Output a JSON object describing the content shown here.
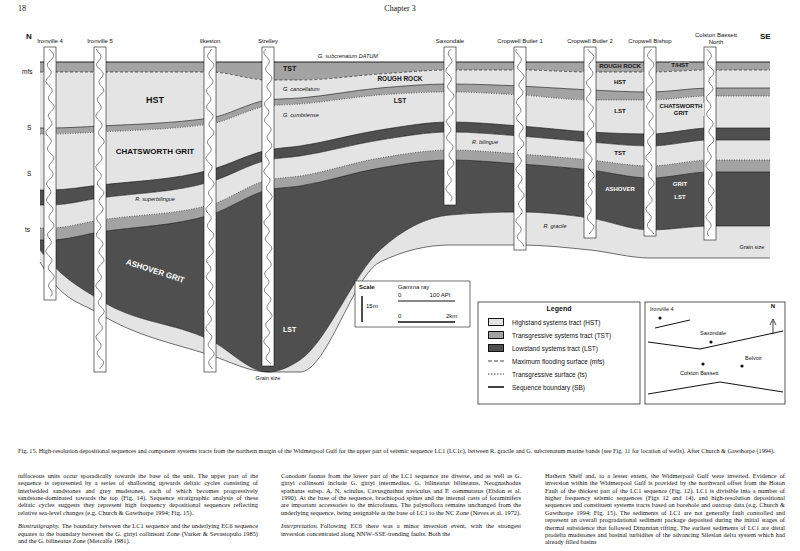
{
  "diagram": {
    "caption": "Fig. 15. High-resolution depositional sequences and component systems tracts from the northern margin of the Widmerpool Gulf for the upper part of seismic sequence LC1 (LC1c), between R. gracile and G. subcrenatum marine bands (see Fig. 11 for location of wells). After Church & Gawthorpe (1994).",
    "labels": [
      "18",
      "Chapter 3",
      "N",
      "SE",
      "Ironville 4",
      "Ironville 5",
      "Ilkeston",
      "Strelley",
      "Saxondale",
      "Cropwell Butler 1",
      "Cropwell Butler 2",
      "Cropwell Bishop",
      "Colston Bassett North",
      "mfs",
      "S",
      "S",
      "ts",
      "G. subcrenatum DATUM",
      "TST",
      "HST",
      "CHATSWORTH GRIT",
      "ASHOVER GRIT",
      "LST",
      "ROUGH ROCK",
      "LST",
      "ROUGH ROCK",
      "HST",
      "LST",
      "TST",
      "ASHOVER",
      "T/HST",
      "CHATSWORTH GRIT",
      "GRIT",
      "LST",
      "R. gracile",
      "R. superbilingue",
      "R. bilingue",
      "G. cancellatum",
      "G. cumbriense",
      "Grain size",
      "Grain size",
      "Scale",
      "Gamma ray",
      "0",
      "100 API",
      "15m",
      "0",
      "2km",
      "Legend",
      "N",
      "Ironville 4",
      "Saxondale",
      "Colston Bassett",
      "Belvoir",
      "tuffaceous units occur sporadically towards the base of the unit. The upper part of the sequence is represented by a series of shallowing upwards deltaic cycles consisting of interbedded sandstones and grey mudstones, each of which becomes progressively sandstone-dominated towards the top (Fig. 14). Sequence stratigraphic analysis of these deltaic cycles suggests they represent high frequency depositional sequences reflecting relative sea-level changes (e.g. Church & Gawthorpe 1994; Fig. 15).",
      "Biostratigraphy.",
      "The boundary between the LC1 sequence and the underlying EC6 sequence equates to the boundary between the G. girtyi collinsoni Zone (Varker & Sevastopulo 1985) and the G. bilineatus Zone (Metcalfe 1981).",
      "Conodont faunas from the lower part of the LC1 sequence are diverse, and as well as G. girtyi collinsoni include G. girtyi intermedius, G. bilineatus bilineatus, Neognathodus spathatus subsp. A, N. scitulus, Cavusgnathus naviculus and P. commutatus (Ebdon et al. 1990). At the base of the sequence, brachiopod spines and the internal casts of foraminifers are important accessories to the microfauna. The palynoflora remains unchanged from the underlying sequence, being assignable at the base of LC1 to the NC Zone (Neves et al. 1972).",
      "Interpretation.",
      "Following EC6 there was a minor inversion event, with the strongest inversion concentrated along NNW–SSE-trending faults. Both the",
      "Hathern Shelf and, to a lesser extent, the Widmerpool Gulf were inverted. Evidence of inversion within the Widmerpool Gulf is provided by the northward offset from the Hoton Fault of the thickest part of the LC1 sequence (Fig. 12). LC1 is divisible into a number of higher frequency seismic sequences (Figs 12 and 14), and high-resolution depositional sequences and constituent systems tracts based on borehole and outcrop data (e.g. Church & Gawthorpe 1994; Fig. 15). The sediments of LC1 are not generally fault controlled and represent an overall progradational sediment package deposited during the initial stages of thermal subsidence that followed Dinantian rifting. The earliest sediments of LC1 are distal prodelta mudstones and basinal turbidites of the advancing Silesian delta system which had already filled basins"
    ],
    "legend": [
      {
        "text": "Highstand systems tract (HST)",
        "color": "#e4e4e4"
      },
      {
        "text": "Transgressive systems tract (TST)",
        "color": "#a3a3a3"
      },
      {
        "text": "Lowstand systems tract (LST)",
        "color": "#4f4f4f"
      },
      {
        "text": "Maximum flooding surface (mfs)"
      },
      {
        "text": "Transgressive surface (ts)"
      },
      {
        "text": "Sequence boundary (SB)"
      }
    ]
  }
}
